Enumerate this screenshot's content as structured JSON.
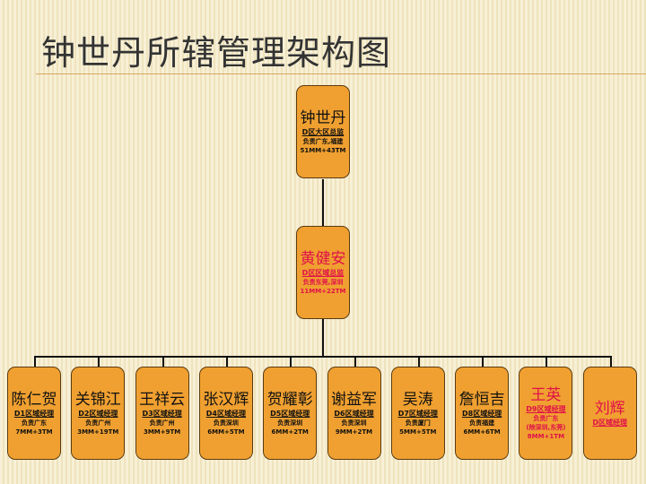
{
  "title": "钟世丹所辖管理架构图",
  "top": {
    "name": "钟世丹",
    "role": "D区大区总监",
    "area": "负责广东,福建",
    "count": "51MM+43TM"
  },
  "second": {
    "name": "黄健安",
    "role": "D区区域总监",
    "area": "负责东莞,深圳",
    "count": "11MM+22TM"
  },
  "managers": [
    {
      "name": "陈仁贺",
      "role": "D1区域经理",
      "area": "负责广东",
      "count": "7MM+3TM"
    },
    {
      "name": "关锦江",
      "role": "D2区域经理",
      "area": "负责广州",
      "count": "3MM+19TM"
    },
    {
      "name": "王祥云",
      "role": "D3区域经理",
      "area": "负责广州",
      "count": "3MM+9TM"
    },
    {
      "name": "张汉辉",
      "role": "D4区域经理",
      "area": "负责深圳",
      "count": "6MM+5TM"
    },
    {
      "name": "贺耀彰",
      "role": "D5区域经理",
      "area": "负责深圳",
      "count": "6MM+2TM"
    },
    {
      "name": "谢益军",
      "role": "D6区域经理",
      "area": "负责深圳",
      "count": "9MM+2TM"
    },
    {
      "name": "吴涛",
      "role": "D7区域经理",
      "area": "负责厦门",
      "count": "5MM+5TM"
    },
    {
      "name": "詹恒吉",
      "role": "D8区域经理",
      "area": "负责福建",
      "count": "6MM+6TM"
    },
    {
      "name": "王英",
      "role": "D9区域经理",
      "area": "负责广东",
      "area2": "(除深圳,东莞)",
      "count": "8MM+1TM"
    },
    {
      "name": "刘辉",
      "role": "D区域经理"
    }
  ]
}
